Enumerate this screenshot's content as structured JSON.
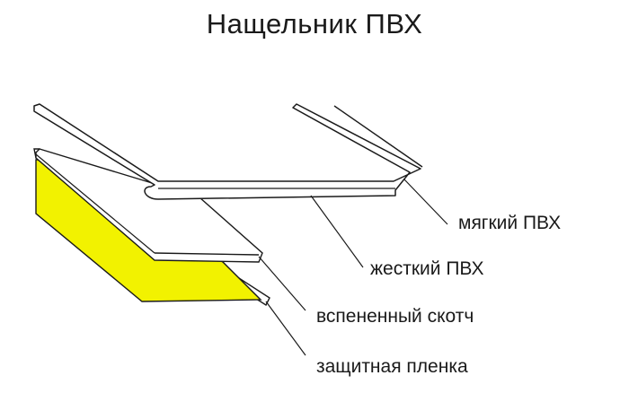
{
  "title": "Нащельник ПВХ",
  "labels": {
    "soft_pvc": "мягкий ПВХ",
    "hard_pvc": "жесткий ПВХ",
    "foam_tape": "вспененный скотч",
    "protective_film": "защитная пленка"
  },
  "colors": {
    "background": "#ffffff",
    "outline": "#1a1a1a",
    "foam_tape_fill": "#f2f200"
  }
}
